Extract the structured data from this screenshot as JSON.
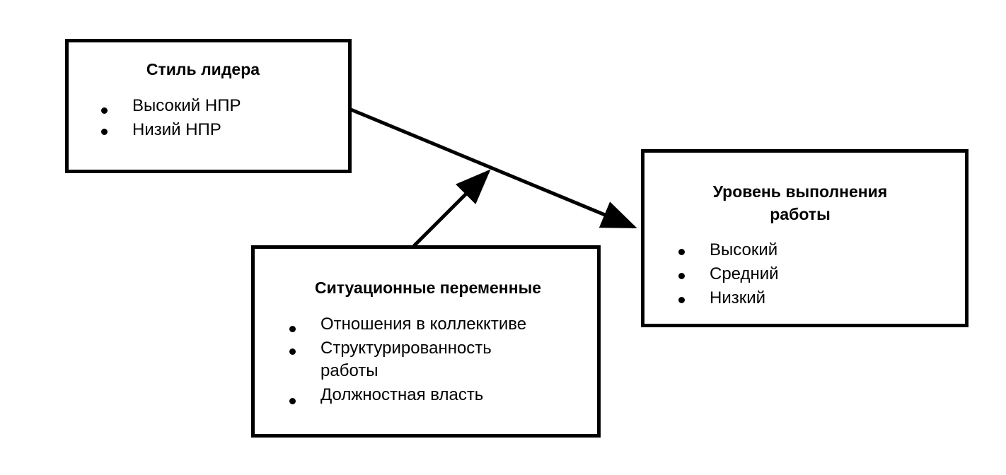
{
  "leader_style": {
    "title": "Стиль лидера",
    "items": [
      "Высокий НПР",
      "Низий НПР"
    ]
  },
  "situational": {
    "title": "Ситуационные переменные",
    "items": [
      "Отношения в коллекктиве",
      "Структурированность",
      "работы",
      "Должностная власть"
    ]
  },
  "performance": {
    "title_line1": "Уровень выполнения",
    "title_line2": "работы",
    "items": [
      "Высокий",
      "Средний",
      "Низкий"
    ]
  }
}
